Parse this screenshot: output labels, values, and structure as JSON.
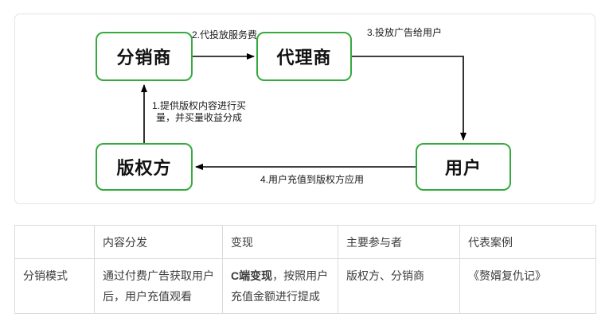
{
  "diagram": {
    "accent_color": "#35ab3f",
    "nodes": {
      "distributor": {
        "label": "分销商"
      },
      "agent": {
        "label": "代理商"
      },
      "copyright": {
        "label": "版权方"
      },
      "user": {
        "label": "用户"
      }
    },
    "edges": {
      "e1": {
        "label": "1.提供版权内容进行买量，并买量收益分成",
        "from": "版权方",
        "to": "分销商"
      },
      "e2": {
        "label": "2.代投放服务费",
        "from": "分销商",
        "to": "代理商"
      },
      "e3": {
        "label": "3.投放广告给用户",
        "from": "代理商",
        "to": "用户"
      },
      "e4": {
        "label": "4.用户充值到版权方应用",
        "from": "用户",
        "to": "版权方"
      }
    }
  },
  "table": {
    "headers": [
      "",
      "内容分发",
      "变现",
      "主要参与者",
      "代表案例"
    ],
    "rows": [
      {
        "label": "分销模式",
        "content_distribution": "通过付费广告获取用户后，用户充值观看",
        "monetization_bold": "C端变现",
        "monetization_rest": "，按照用户充值金额进行提成",
        "participants": "版权方、分销商",
        "example": "《赘婿复仇记》"
      }
    ]
  }
}
